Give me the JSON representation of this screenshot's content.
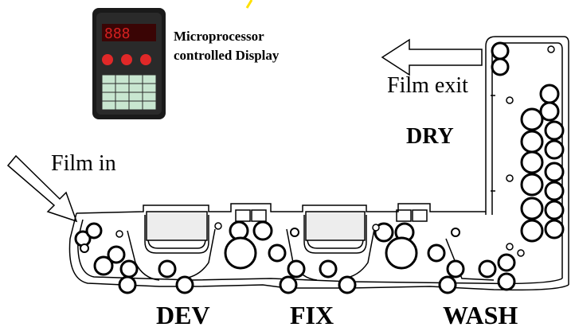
{
  "display": {
    "title_line1": "Microprocessor",
    "title_line2": "controlled Display"
  },
  "labels": {
    "film_in": "Film in",
    "film_exit": "Film exit",
    "dry": "DRY",
    "dev": "DEV",
    "fix": "FIX",
    "wash": "WASH"
  },
  "colors": {
    "outline": "#000000",
    "device_body": "#1a1a1a",
    "led_red": "#d42020",
    "button_red": "#e02828",
    "keypad_green": "#c8e6d0",
    "accent_yellow": "#ffe000"
  }
}
